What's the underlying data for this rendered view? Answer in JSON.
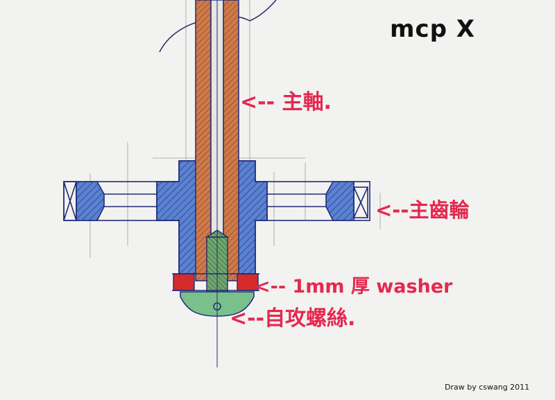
{
  "title": "mcp   X",
  "callouts": {
    "spindle": "<-- 主軸.",
    "main_gear": "<--主齒輪",
    "washer": "<-- 1mm 厚 washer",
    "screw": "<--自攻螺絲."
  },
  "credit": "Draw by cswang 2011",
  "colors": {
    "shaft": "#c9703f",
    "hub": "#4a72c4",
    "washer": "#d52b2b",
    "screw_head": "#79c08a",
    "callout_text": "#e4284f",
    "pen": "#1f2a7a"
  }
}
